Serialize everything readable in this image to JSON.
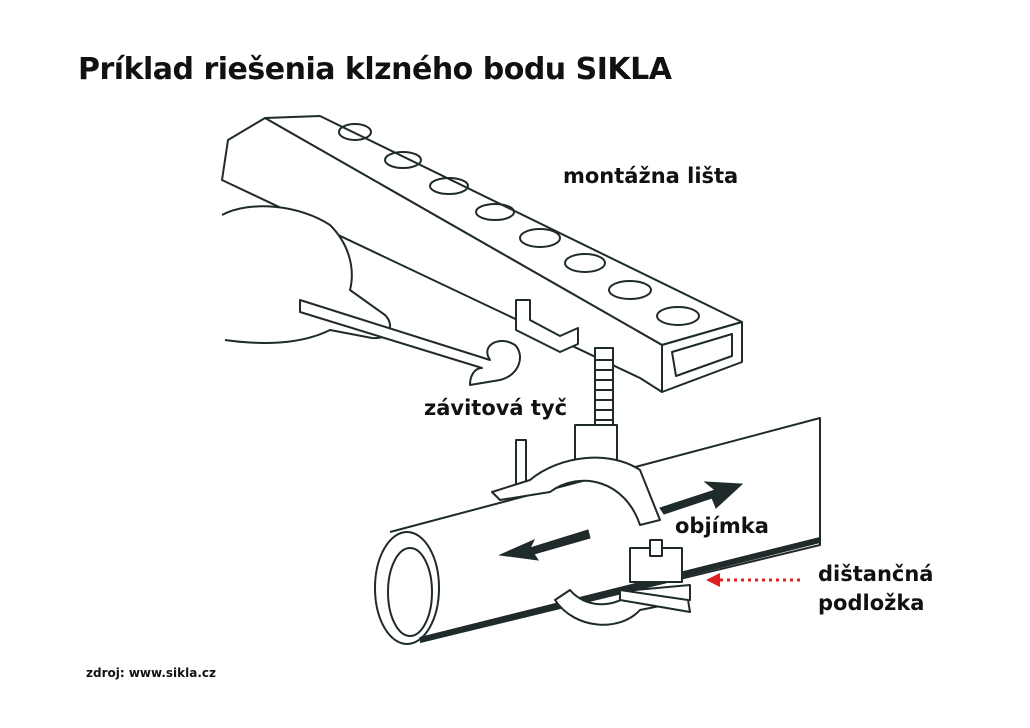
{
  "title": "Príklad riešenia klzného bodu SIKLA",
  "labels": {
    "rail": "montážna lišta",
    "rod": "závitová tyč",
    "clamp": "objímka",
    "spacer_line1": "dištančná",
    "spacer_line2": "podložka"
  },
  "source": "zdroj: www.sikla.cz",
  "colors": {
    "line": "#1e2b2a",
    "arrow_red": "#e02020"
  }
}
